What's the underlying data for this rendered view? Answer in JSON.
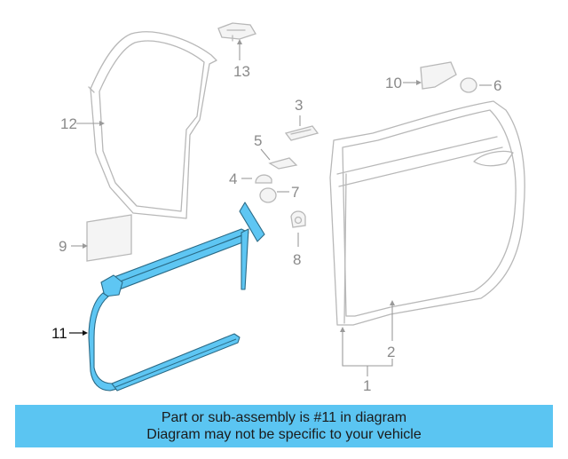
{
  "diagram": {
    "callouts": {
      "c1": "1",
      "c2": "2",
      "c3": "3",
      "c4": "4",
      "c5": "5",
      "c6": "6",
      "c7": "7",
      "c8": "8",
      "c9": "9",
      "c10": "10",
      "c11": "11",
      "c12": "12",
      "c13": "13"
    },
    "highlighted_part": "11",
    "highlight_color": "#5bc5f2"
  },
  "banner": {
    "line1": "Part or sub-assembly is #11 in diagram",
    "line2": "Diagram may not be specific to your vehicle"
  }
}
